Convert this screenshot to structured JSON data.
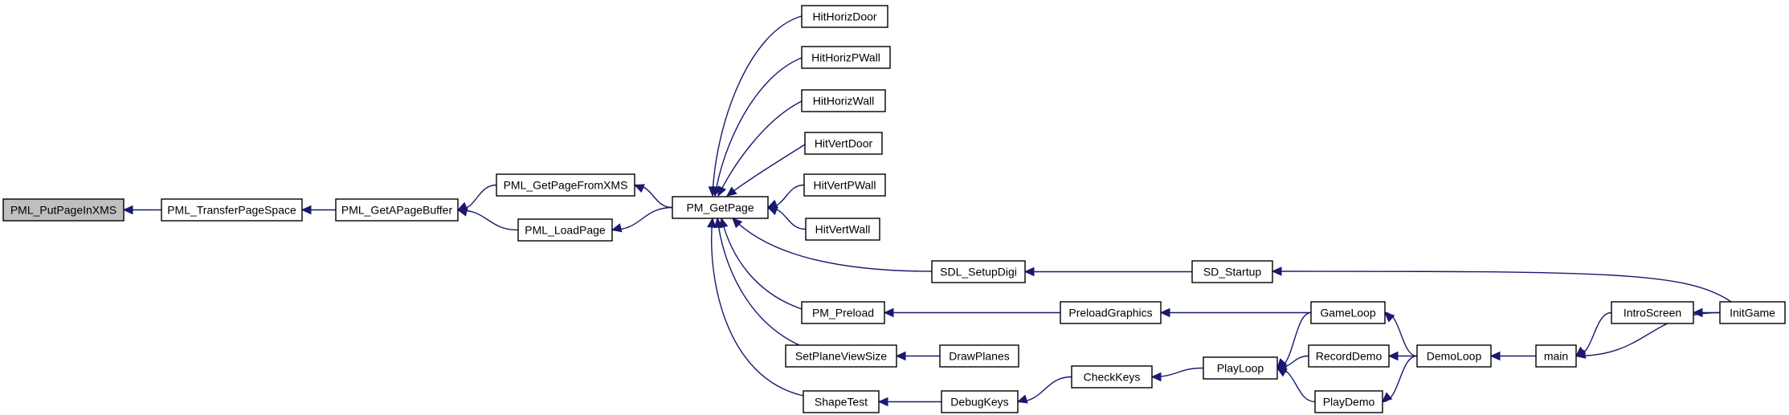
{
  "colors": {
    "edge": "#191970",
    "root_fill": "#bfbfbf",
    "node_fill": "#ffffff",
    "border": "#000000"
  },
  "graph": {
    "nodes": [
      {
        "id": "PML_PutPageInXMS",
        "label": "PML_PutPageInXMS",
        "highlight": true
      },
      {
        "id": "PML_TransferPageSpace",
        "label": "PML_TransferPageSpace"
      },
      {
        "id": "PML_GetAPageBuffer",
        "label": "PML_GetAPageBuffer"
      },
      {
        "id": "PML_GetPageFromXMS",
        "label": "PML_GetPageFromXMS"
      },
      {
        "id": "PML_LoadPage",
        "label": "PML_LoadPage"
      },
      {
        "id": "PM_GetPage",
        "label": "PM_GetPage"
      },
      {
        "id": "HitHorizDoor",
        "label": "HitHorizDoor"
      },
      {
        "id": "HitHorizPWall",
        "label": "HitHorizPWall"
      },
      {
        "id": "HitHorizWall",
        "label": "HitHorizWall"
      },
      {
        "id": "HitVertDoor",
        "label": "HitVertDoor"
      },
      {
        "id": "HitVertPWall",
        "label": "HitVertPWall"
      },
      {
        "id": "HitVertWall",
        "label": "HitVertWall"
      },
      {
        "id": "SDL_SetupDigi",
        "label": "SDL_SetupDigi"
      },
      {
        "id": "SD_Startup",
        "label": "SD_Startup"
      },
      {
        "id": "PM_Preload",
        "label": "PM_Preload"
      },
      {
        "id": "PreloadGraphics",
        "label": "PreloadGraphics"
      },
      {
        "id": "SetPlaneViewSize",
        "label": "SetPlaneViewSize"
      },
      {
        "id": "DrawPlanes",
        "label": "DrawPlanes"
      },
      {
        "id": "ShapeTest",
        "label": "ShapeTest"
      },
      {
        "id": "DebugKeys",
        "label": "DebugKeys"
      },
      {
        "id": "CheckKeys",
        "label": "CheckKeys"
      },
      {
        "id": "PlayLoop",
        "label": "PlayLoop"
      },
      {
        "id": "GameLoop",
        "label": "GameLoop"
      },
      {
        "id": "RecordDemo",
        "label": "RecordDemo"
      },
      {
        "id": "PlayDemo",
        "label": "PlayDemo"
      },
      {
        "id": "DemoLoop",
        "label": "DemoLoop"
      },
      {
        "id": "main",
        "label": "main"
      },
      {
        "id": "IntroScreen",
        "label": "IntroScreen"
      },
      {
        "id": "InitGame",
        "label": "InitGame"
      }
    ],
    "edges": [
      {
        "from": "PML_TransferPageSpace",
        "to": "PML_PutPageInXMS"
      },
      {
        "from": "PML_GetAPageBuffer",
        "to": "PML_TransferPageSpace"
      },
      {
        "from": "PML_GetPageFromXMS",
        "to": "PML_GetAPageBuffer"
      },
      {
        "from": "PML_LoadPage",
        "to": "PML_GetAPageBuffer"
      },
      {
        "from": "PM_GetPage",
        "to": "PML_GetPageFromXMS"
      },
      {
        "from": "PM_GetPage",
        "to": "PML_LoadPage"
      },
      {
        "from": "HitHorizDoor",
        "to": "PM_GetPage"
      },
      {
        "from": "HitHorizPWall",
        "to": "PM_GetPage"
      },
      {
        "from": "HitHorizWall",
        "to": "PM_GetPage"
      },
      {
        "from": "HitVertDoor",
        "to": "PM_GetPage"
      },
      {
        "from": "HitVertPWall",
        "to": "PM_GetPage"
      },
      {
        "from": "HitVertWall",
        "to": "PM_GetPage"
      },
      {
        "from": "SDL_SetupDigi",
        "to": "PM_GetPage"
      },
      {
        "from": "PM_Preload",
        "to": "PM_GetPage"
      },
      {
        "from": "SetPlaneViewSize",
        "to": "PM_GetPage"
      },
      {
        "from": "ShapeTest",
        "to": "PM_GetPage"
      },
      {
        "from": "SD_Startup",
        "to": "SDL_SetupDigi"
      },
      {
        "from": "InitGame",
        "to": "SD_Startup"
      },
      {
        "from": "PreloadGraphics",
        "to": "PM_Preload"
      },
      {
        "from": "GameLoop",
        "to": "PreloadGraphics"
      },
      {
        "from": "DrawPlanes",
        "to": "SetPlaneViewSize"
      },
      {
        "from": "DebugKeys",
        "to": "ShapeTest"
      },
      {
        "from": "CheckKeys",
        "to": "DebugKeys"
      },
      {
        "from": "PlayLoop",
        "to": "CheckKeys"
      },
      {
        "from": "GameLoop",
        "to": "PlayLoop"
      },
      {
        "from": "RecordDemo",
        "to": "PlayLoop"
      },
      {
        "from": "PlayDemo",
        "to": "PlayLoop"
      },
      {
        "from": "DemoLoop",
        "to": "GameLoop"
      },
      {
        "from": "DemoLoop",
        "to": "RecordDemo"
      },
      {
        "from": "DemoLoop",
        "to": "PlayDemo"
      },
      {
        "from": "main",
        "to": "DemoLoop"
      },
      {
        "from": "IntroScreen",
        "to": "main"
      },
      {
        "from": "InitGame",
        "to": "main"
      },
      {
        "from": "InitGame",
        "to": "IntroScreen"
      }
    ]
  }
}
